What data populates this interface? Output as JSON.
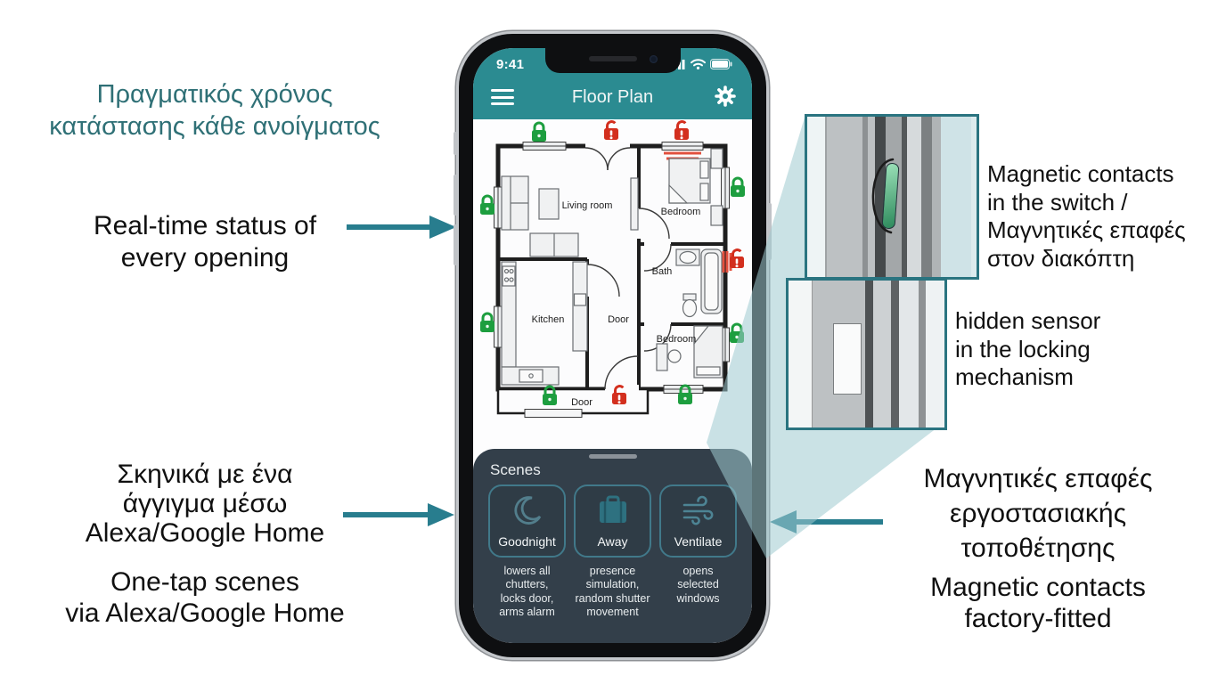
{
  "annotations": {
    "realtime_greek": "Πραγματικός χρόνος\nκατάστασης κάθε ανοίγματος",
    "realtime_en": "Real-time status of\nevery opening",
    "scenes_greek": "Σκηνικά με ένα\nάγγιγμα μέσω\nAlexa/Google Home",
    "scenes_en": "One-tap scenes\nvia Alexa/Google Home",
    "magnetic_switch": "Magnetic contacts\nin the switch /\nΜαγνητικές επαφές\nστον διακόπτη",
    "hidden_sensor": "hidden sensor\nin the locking\nmechanism",
    "factory_greek": "Μαγνητικές επαφές\nεργοστασιακής\nτοποθέτησης",
    "factory_en": "Magnetic contacts\nfactory-fitted"
  },
  "phone": {
    "status": {
      "time": "9:41"
    },
    "header": {
      "title": "Floor Plan"
    },
    "floor_plan": {
      "labels": {
        "living_room": "Living room",
        "bedroom_top": "Bedroom",
        "bath": "Bath",
        "kitchen": "Kitchen",
        "hall_door": "Door",
        "bedroom_bottom": "Bedroom",
        "entrance_door": "Door"
      }
    },
    "scenes": {
      "title": "Scenes",
      "buttons": [
        {
          "label": "Goodnight",
          "icon": "moon-icon",
          "description": "lowers all\nchutters,\nlocks door,\narms alarm"
        },
        {
          "label": "Away",
          "icon": "suitcase-icon",
          "description": "presence\nsimulation,\nrandom shutter\nmovement"
        },
        {
          "label": "Ventilate",
          "icon": "wind-icon",
          "description": "opens\nselected\nwindows"
        }
      ]
    }
  },
  "colors": {
    "header_teal": "#2b8b91",
    "annotation_teal": "#2f7076",
    "arrow_teal": "#287d8e",
    "panel_dark": "#333f4a",
    "lock_green": "#1d9e3f",
    "alarm_red": "#d32f1e",
    "wedge_tint": "rgba(158,202,208,0.55)"
  }
}
